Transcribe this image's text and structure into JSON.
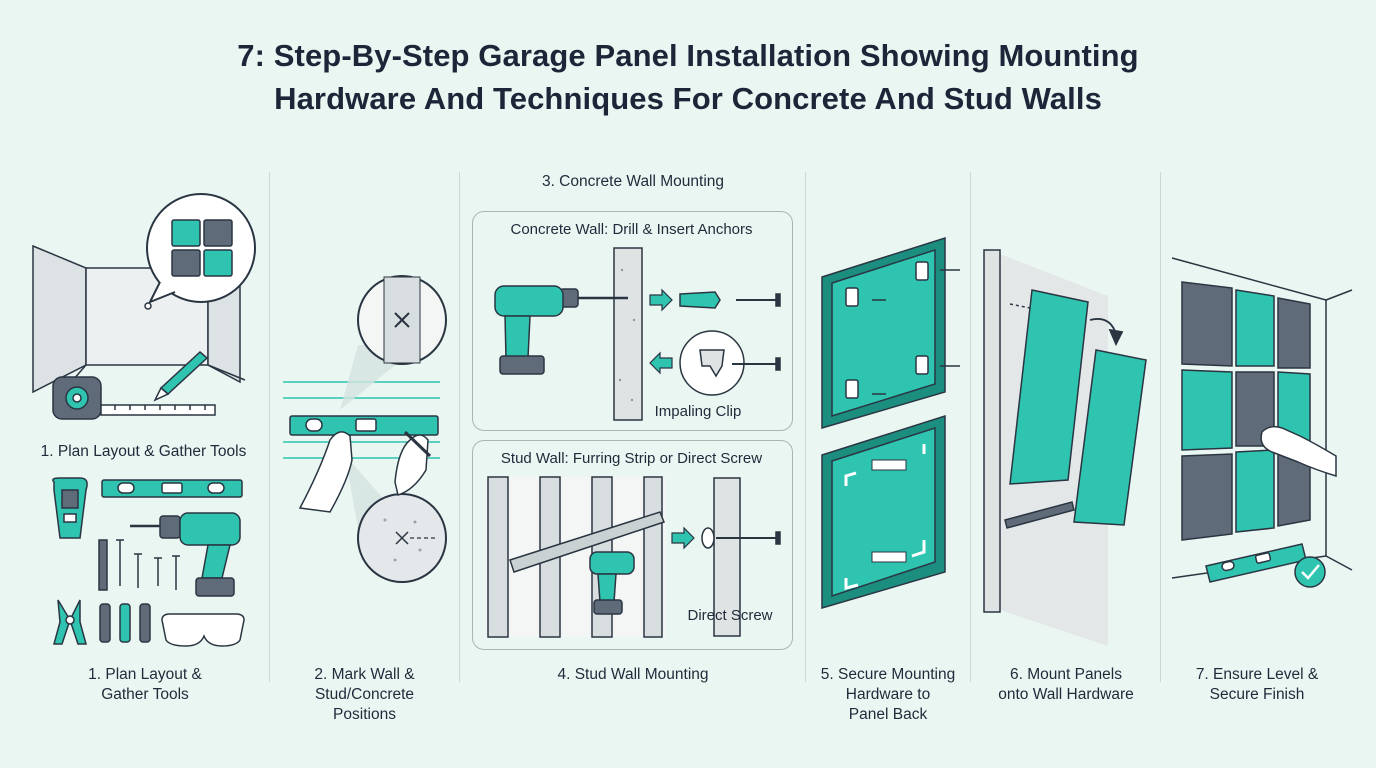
{
  "title": {
    "line1": "7: Step-By-Step Garage Panel Installation Showing Mounting",
    "line2": "Hardware And Techniques For Concrete And Stud Walls"
  },
  "steps": {
    "s1_inline": "1. Plan Layout & Gather Tools",
    "s1_bottom": [
      "1. Plan Layout &",
      "Gather Tools"
    ],
    "s2_bottom": [
      "2. Mark Wall &",
      "Stud/Concrete",
      "Positions"
    ],
    "s3_header": "3. Concrete Wall Mounting",
    "s3_box_title": "Concrete Wall: Drill & Insert Anchors",
    "s3_clip_label": "Impaling Clip",
    "s4_box_title": "Stud Wall: Furring Strip or Direct Screw",
    "s4_screw_label": "Direct Screw",
    "s4_bottom": "4. Stud Wall Mounting",
    "s5_bottom": [
      "5. Secure Mounting",
      "Hardware to",
      "Panel Back"
    ],
    "s6_bottom": [
      "6. Mount Panels",
      "onto Wall Hardware"
    ],
    "s7_bottom": [
      "7. Ensure Level &",
      "Secure Finish"
    ]
  },
  "colors": {
    "background": "#eaf6f2",
    "teal": "#2fc4b0",
    "dark_teal": "#1c8e80",
    "slate": "#5f6b78",
    "outline": "#2a3542",
    "wall": "#e2e7e8"
  },
  "icons": [
    "room-icon",
    "layout-bubble-icon",
    "tape-measure-icon",
    "pencil-icon",
    "stud-finder-icon",
    "level-icon",
    "drill-icon",
    "screws-icon",
    "pliers-icon",
    "anchors-icon",
    "safety-glasses-icon",
    "magnifier-icon",
    "impaling-clip-icon",
    "check-icon"
  ]
}
